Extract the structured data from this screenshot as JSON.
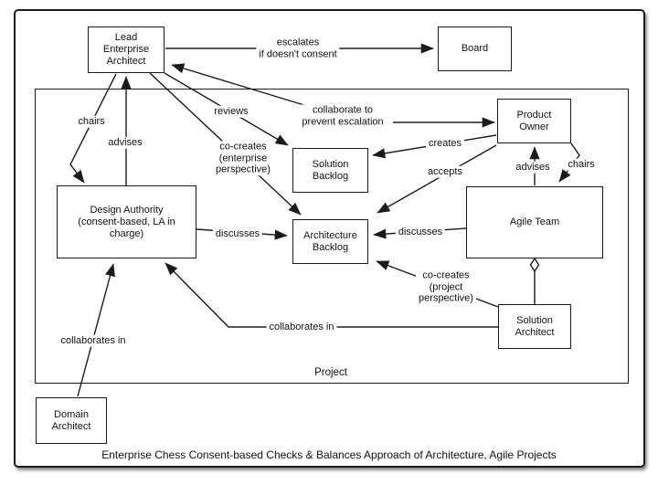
{
  "caption": "Enterprise Chess Consent-based Checks & Balances Approach of Architecture, Agile Projects",
  "container": {
    "project_label": "Project"
  },
  "nodes": {
    "lead_enterprise_architect": {
      "lines": [
        "Lead",
        "Enterprise",
        "Architect"
      ]
    },
    "board": {
      "lines": [
        "Board"
      ]
    },
    "product_owner": {
      "lines": [
        "Product",
        "Owner"
      ]
    },
    "solution_backlog": {
      "lines": [
        "Solution",
        "Backlog"
      ]
    },
    "architecture_backlog": {
      "lines": [
        "Architecture",
        "Backlog"
      ]
    },
    "design_authority": {
      "lines": [
        "Design Authority",
        "(consent-based, LA in",
        "charge)"
      ]
    },
    "agile_team": {
      "lines": [
        "Agile Team"
      ]
    },
    "solution_architect": {
      "lines": [
        "Solution",
        "Architect"
      ]
    },
    "domain_architect": {
      "lines": [
        "Domain",
        "Architect"
      ]
    }
  },
  "edges": {
    "escalates": {
      "lines": [
        "escalates",
        "if doesn't consent"
      ]
    },
    "chairs_left": {
      "label": "chairs"
    },
    "advises_left": {
      "label": "advises"
    },
    "reviews": {
      "label": "reviews"
    },
    "collaborate_prevent": {
      "lines": [
        "collaborate to",
        "prevent escalation"
      ]
    },
    "co_creates_enterprise": {
      "lines": [
        "co-creates",
        "(enterprise",
        "perspective)"
      ]
    },
    "creates": {
      "label": "creates"
    },
    "accepts": {
      "label": "accepts"
    },
    "advises_right": {
      "label": "advises"
    },
    "chairs_right": {
      "label": "chairs"
    },
    "discusses_left": {
      "label": "discusses"
    },
    "discusses_right": {
      "label": "discusses"
    },
    "co_creates_project": {
      "lines": [
        "co-creates",
        "(project",
        "perspective)"
      ]
    },
    "collaborates_in_middle": {
      "label": "collaborates in"
    },
    "collaborates_in_bottom": {
      "label": "collaborates in"
    }
  },
  "colors": {
    "line": "#1b1b1b",
    "background": "#ffffff",
    "text": "#111111"
  }
}
